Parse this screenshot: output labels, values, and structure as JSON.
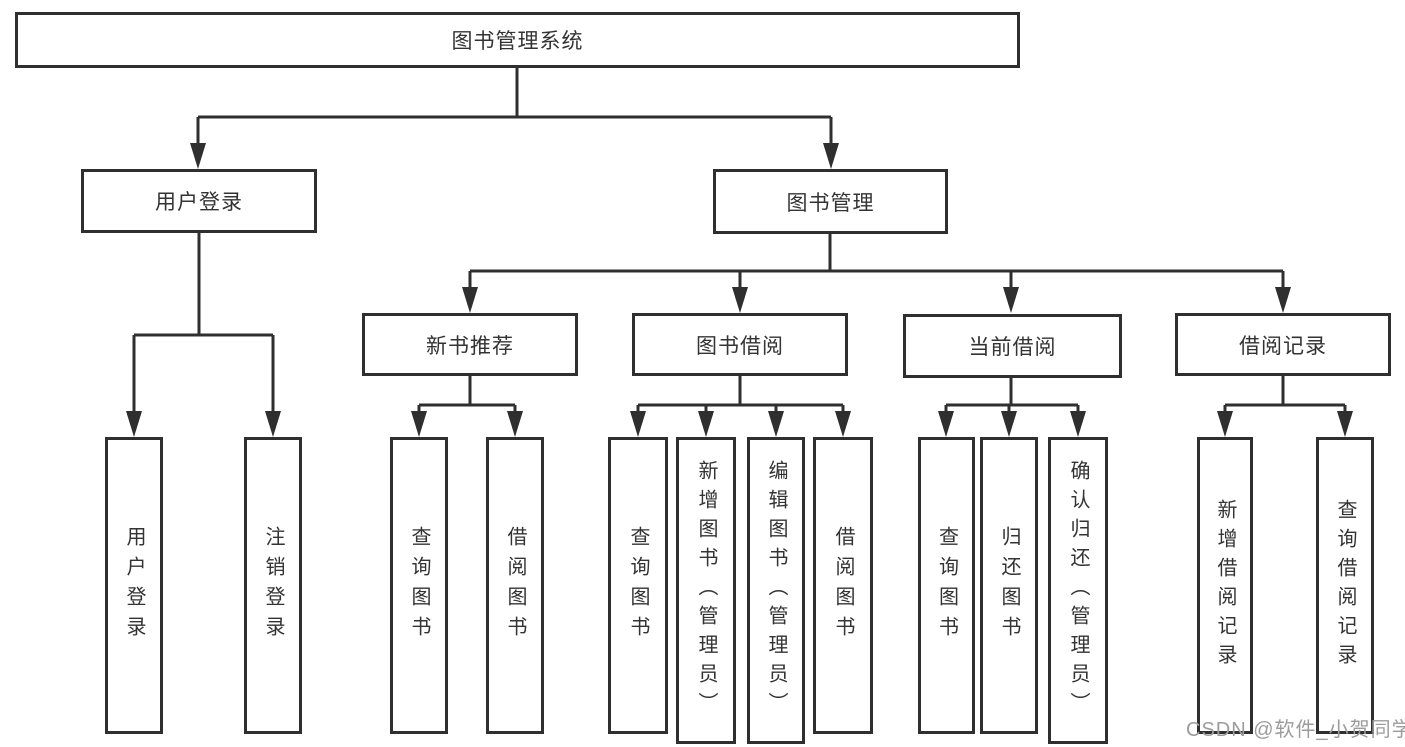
{
  "diagram": {
    "root": {
      "label": "图书管理系统",
      "children": [
        {
          "label": "用户登录",
          "children": [
            {
              "label": "用户登录"
            },
            {
              "label": "注销登录"
            }
          ]
        },
        {
          "label": "图书管理",
          "children": [
            {
              "label": "新书推荐",
              "children": [
                {
                  "label": "查询图书"
                },
                {
                  "label": "借阅图书"
                }
              ]
            },
            {
              "label": "图书借阅",
              "children": [
                {
                  "label": "查询图书"
                },
                {
                  "label": "新增图书（管理员）"
                },
                {
                  "label": "编辑图书（管理员）"
                },
                {
                  "label": "借阅图书"
                }
              ]
            },
            {
              "label": "当前借阅",
              "children": [
                {
                  "label": "查询图书"
                },
                {
                  "label": "归还图书"
                },
                {
                  "label": "确认归还（管理员）"
                }
              ]
            },
            {
              "label": "借阅记录",
              "children": [
                {
                  "label": "新增借阅记录"
                },
                {
                  "label": "查询借阅记录"
                }
              ]
            }
          ]
        }
      ]
    }
  },
  "watermark": {
    "text": "CSDN @软件_小贺同学"
  },
  "colors": {
    "line": "#2f2f2f",
    "box_border": "#2f2f2f",
    "text": "#333333",
    "watermark": "#9c9c9c",
    "background": "#ffffff"
  }
}
